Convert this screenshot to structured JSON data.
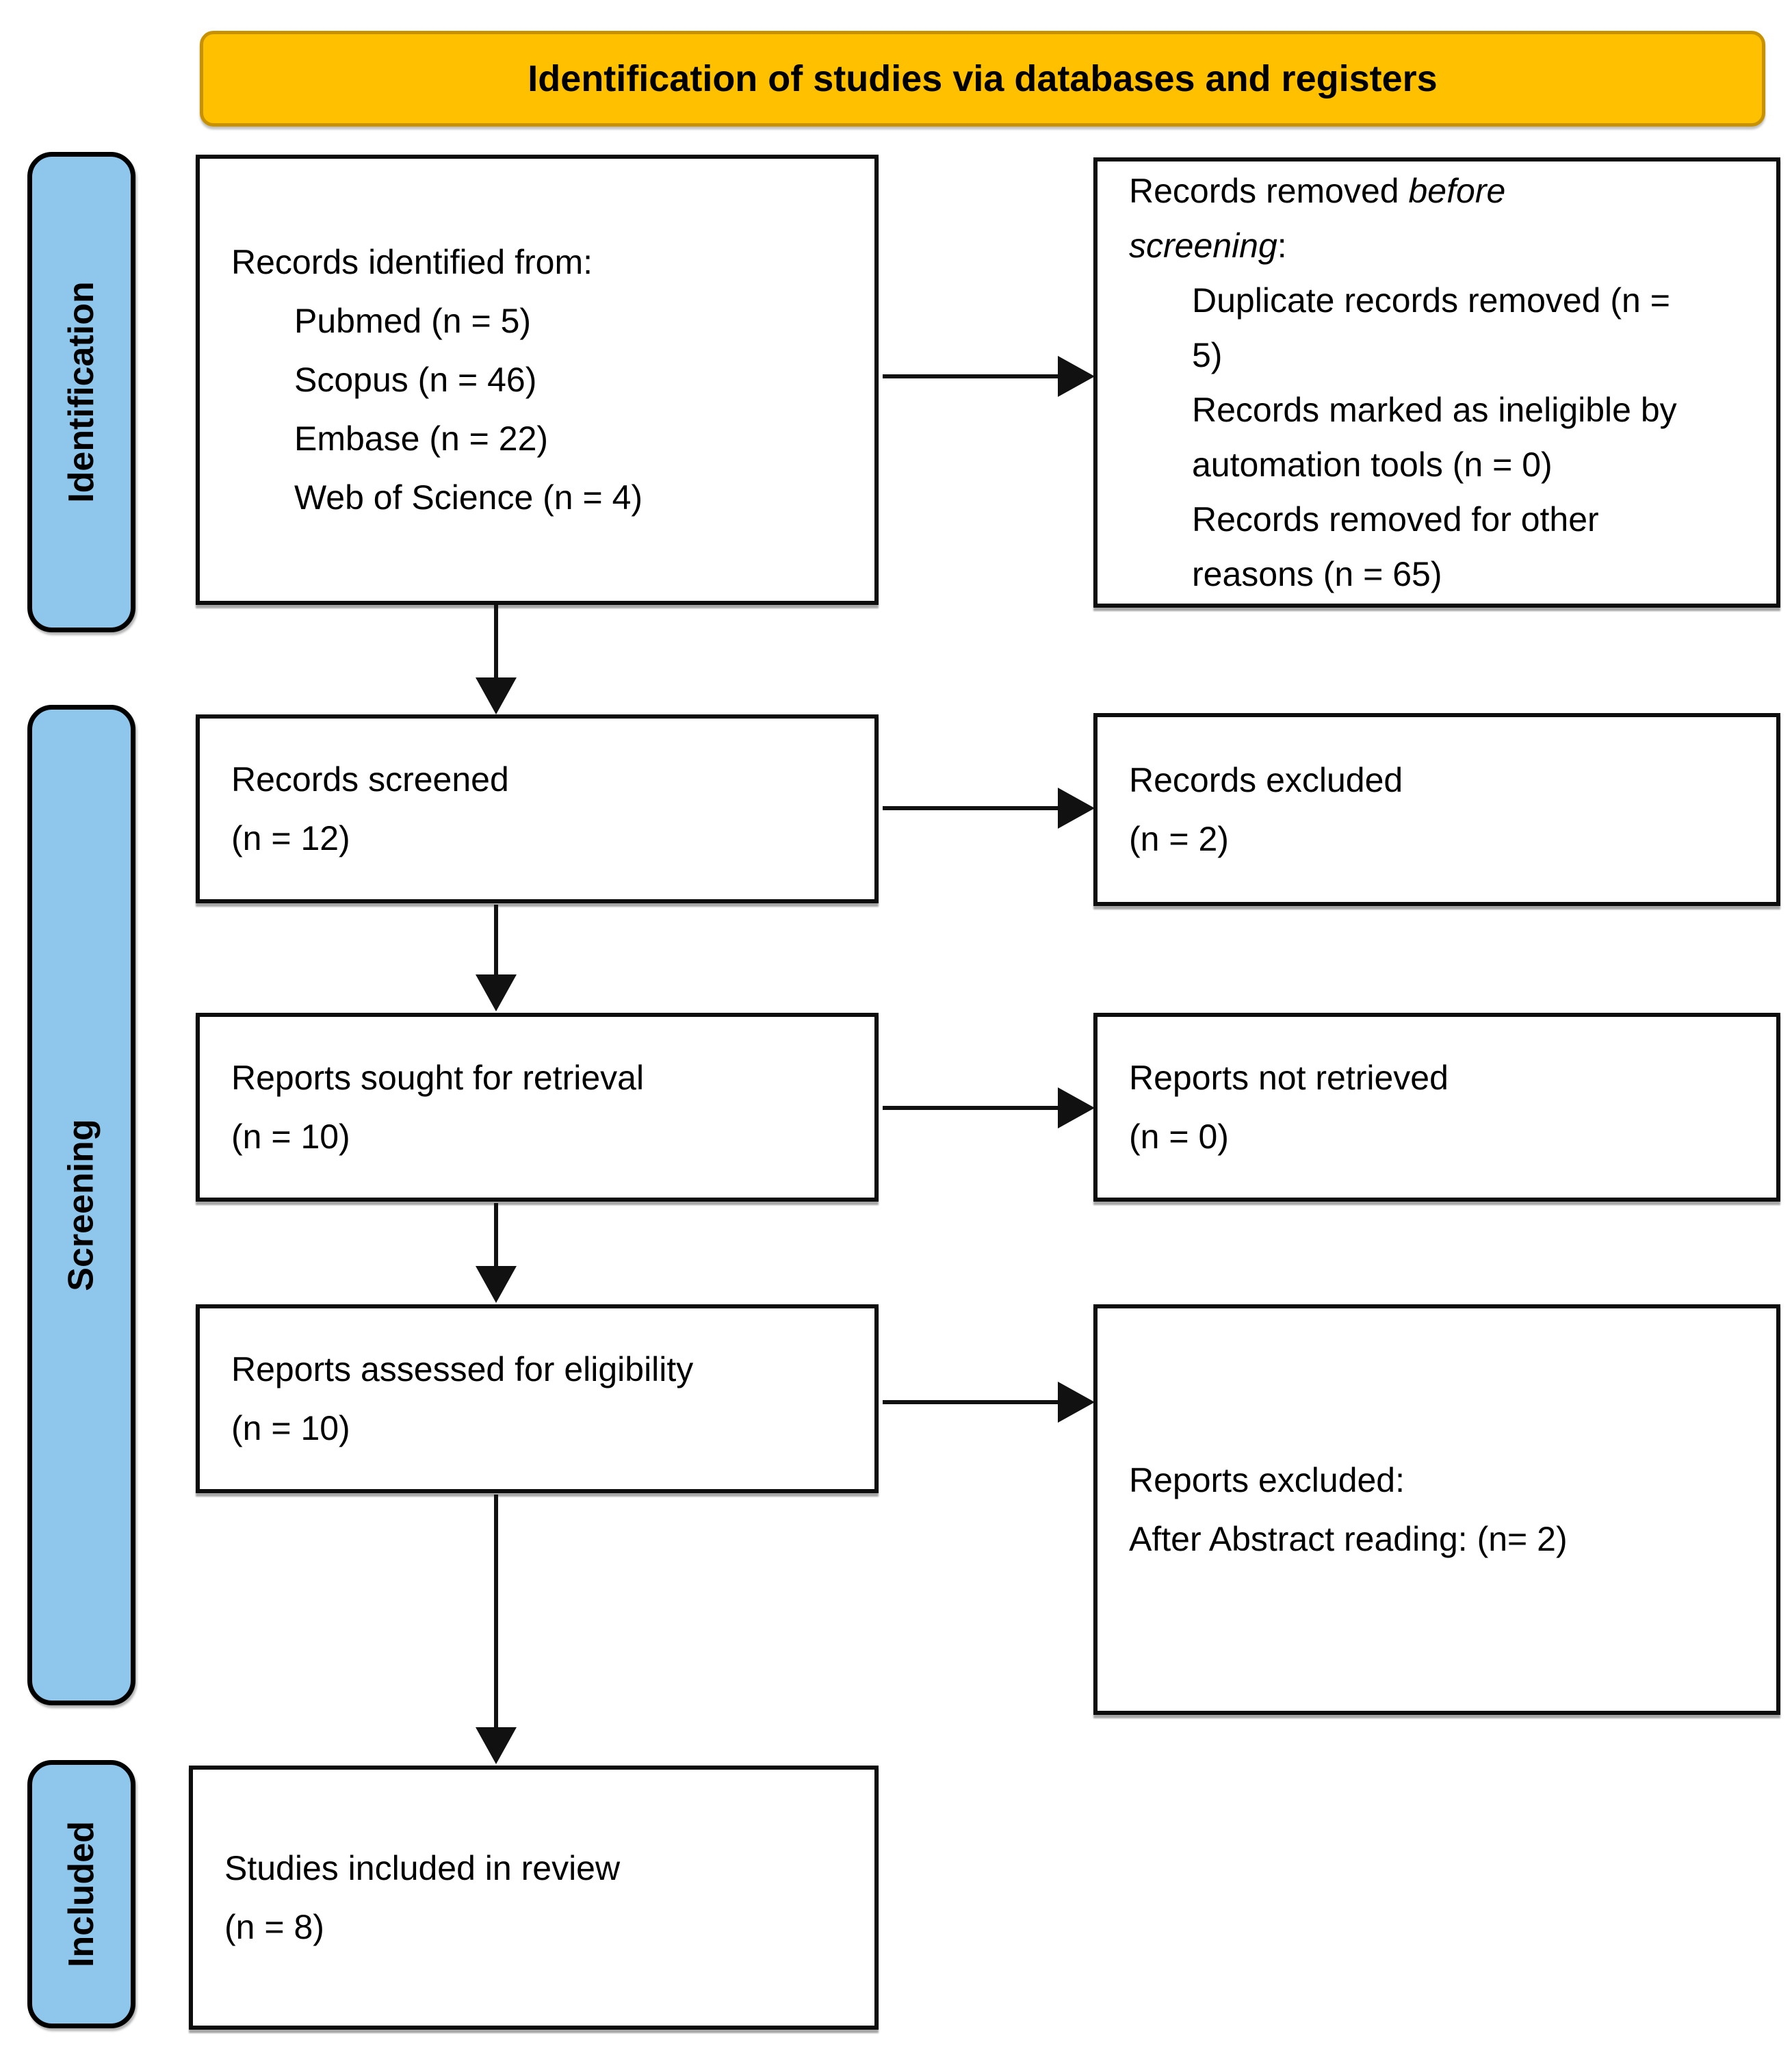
{
  "header": {
    "title": "Identification of studies via databases and registers"
  },
  "sidebar": {
    "identification": "Identification",
    "screening": "Screening",
    "included": "Included"
  },
  "boxes": {
    "identified": {
      "intro": "Records identified from:",
      "items": [
        "Pubmed (n = 5)",
        "Scopus (n = 46)",
        "Embase (n = 22)",
        "Web of Science (n = 4)"
      ]
    },
    "removed": {
      "title_line1_prefix": "Records removed ",
      "title_line1_italic": "before",
      "title_line2_italic": "screening",
      "title_line2_suffix": ":",
      "items": [
        "Duplicate records removed (n = 5)",
        "Records marked as ineligible by automation tools (n = 0)",
        "Records removed for other reasons (n = 65)"
      ]
    },
    "screened": {
      "label": "Records screened",
      "count": "(n = 12)"
    },
    "records_excluded": {
      "label": "Records excluded",
      "count": "(n = 2)"
    },
    "sought": {
      "label": "Reports sought for retrieval",
      "count": "(n = 10)"
    },
    "not_retrieved": {
      "label": "Reports not retrieved",
      "count": "(n = 0)"
    },
    "assessed": {
      "label": "Reports assessed for eligibility",
      "count": "(n = 10)"
    },
    "reports_excluded": {
      "line1": "Reports excluded:",
      "line2": "After Abstract reading: (n= 2)"
    },
    "included": {
      "label": "Studies included in review",
      "count": "(n = 8)"
    }
  },
  "colors": {
    "header_fill": "#FFC000",
    "header_border": "#C79100",
    "sidebar_fill": "#8EC6EC",
    "box_border": "#000000",
    "arrow": "#111111"
  }
}
